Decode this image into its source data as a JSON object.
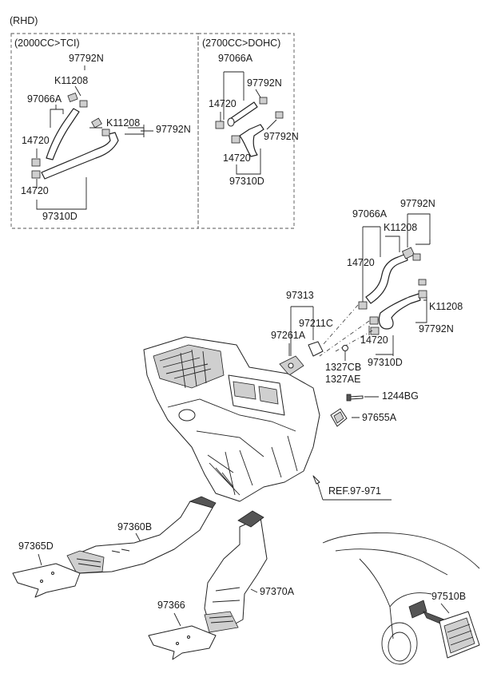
{
  "header": {
    "variant": "(RHD)"
  },
  "group_a": {
    "title": "(2000CC>TCI)",
    "labels": [
      "97792N",
      "K11208",
      "97066A",
      "K11208",
      "97792N",
      "14720",
      "14720",
      "97310D"
    ]
  },
  "group_b": {
    "title": "(2700CC>DOHC)",
    "labels": [
      "97066A",
      "97792N",
      "14720",
      "97792N",
      "14720",
      "97310D"
    ]
  },
  "right_group": {
    "labels": [
      "97066A",
      "97792N",
      "K11208",
      "14720",
      "K11208",
      "97792N",
      "14720",
      "97310D"
    ]
  },
  "heater": {
    "labels": [
      "97313",
      "97211C",
      "97261A",
      "1327CB",
      "1327AE",
      "1244BG",
      "97655A"
    ],
    "ref": "REF.97-971"
  },
  "ducts": {
    "labels": [
      "97360B",
      "97365D",
      "97370A",
      "97366"
    ]
  },
  "vehicle": {
    "labels": [
      "97510B"
    ]
  },
  "colors": {
    "line": "#222222",
    "frame": "#555555",
    "shade": "#cfcfcf"
  }
}
